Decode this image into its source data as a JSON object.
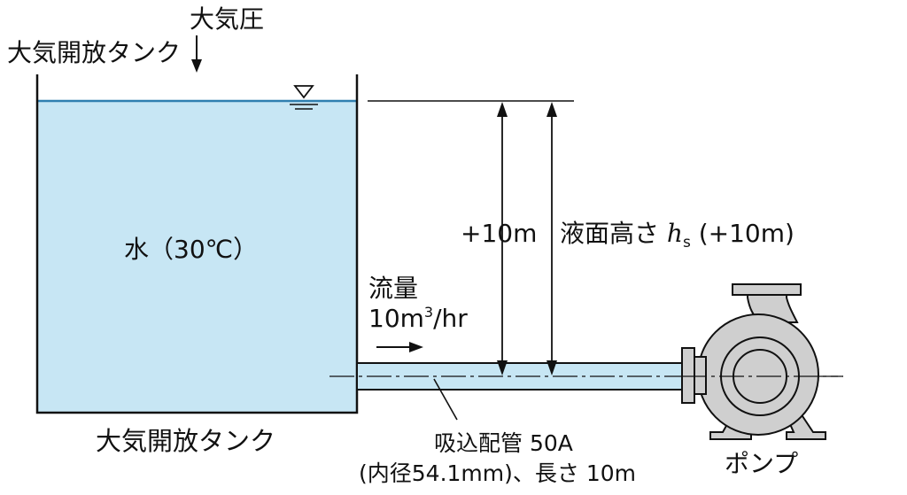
{
  "diagram": {
    "atmospheric_pressure": "大気圧",
    "tank_top_label": "大気開放タンク",
    "tank_bottom_label": "大気開放タンク",
    "water_label": "水（30℃）",
    "height_label": "+10m",
    "level_height_prefix": "液面高さ",
    "level_height_symbol": "h",
    "level_height_subscript": "s",
    "level_height_suffix": "(+10m)",
    "flow_title": "流量",
    "flow_value_prefix": "10m",
    "flow_value_sup": "3",
    "flow_value_suffix": "/hr",
    "pipe_line1": "吸込配管 50A",
    "pipe_line2": "(内径54.1mm)、長さ 10m",
    "pump_label": "ポンプ"
  },
  "colors": {
    "water": "#c7e6f4",
    "water_surface": "#2f7fb0",
    "pump_body": "#cfcfcf",
    "outline": "#111111"
  }
}
